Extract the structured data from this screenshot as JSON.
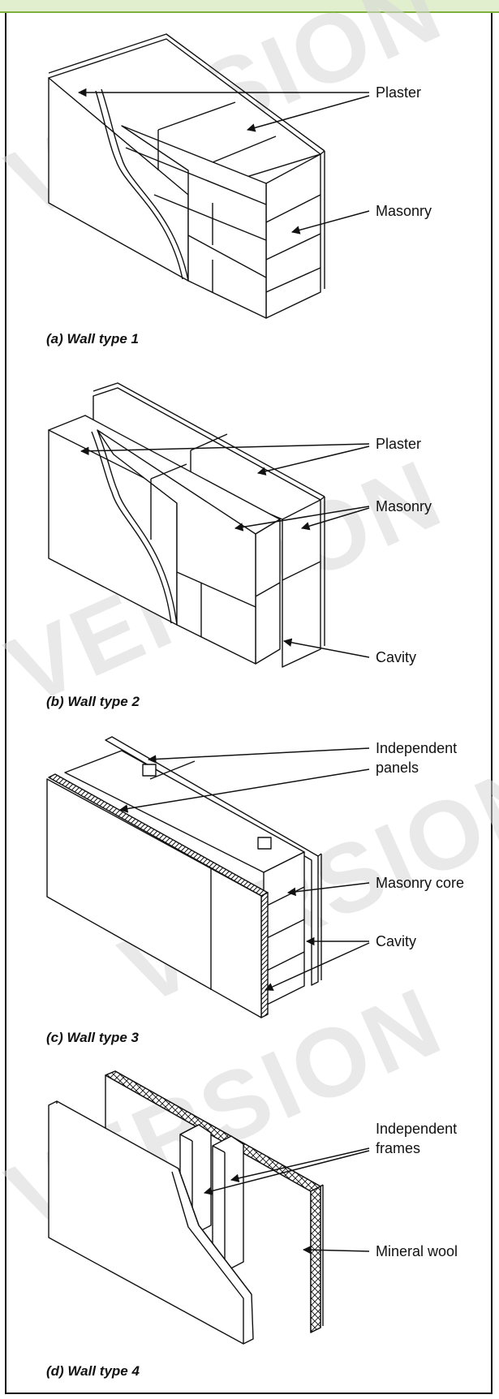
{
  "watermark": "VERSION",
  "colors": {
    "accent_bar": "#e1efcf",
    "accent_border": "#7fb03f",
    "line": "#111111"
  },
  "walls": [
    {
      "caption": "(a) Wall type 1",
      "labels": [
        "Plaster",
        "Masonry"
      ]
    },
    {
      "caption": "(b) Wall type 2",
      "labels": [
        "Plaster",
        "Masonry",
        "Cavity"
      ]
    },
    {
      "caption": "(c) Wall type 3",
      "labels": [
        "Independent",
        "panels",
        "Masonry core",
        "Cavity"
      ]
    },
    {
      "caption": "(d) Wall type 4",
      "labels": [
        "Independent",
        "frames",
        "Mineral wool"
      ]
    }
  ]
}
